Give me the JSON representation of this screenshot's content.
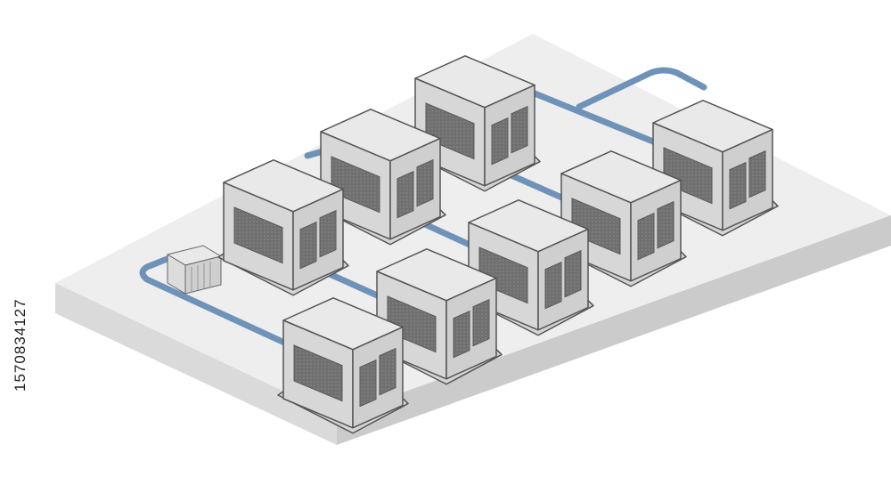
{
  "image_id_text": "1570834127",
  "colors": {
    "platform_top": "#eeeeef",
    "platform_left": "#dadadb",
    "platform_right": "#c9c9ca",
    "box_top": "#e9e9ea",
    "box_left": "#d7d7d8",
    "box_right": "#cfcfd0",
    "outline": "#555555",
    "window": "#707070",
    "pipe": "#6f93b8"
  },
  "units": [
    {
      "id": "unit-1"
    },
    {
      "id": "unit-2"
    },
    {
      "id": "unit-3"
    },
    {
      "id": "unit-4"
    },
    {
      "id": "unit-5"
    },
    {
      "id": "unit-6"
    },
    {
      "id": "unit-7"
    },
    {
      "id": "unit-8"
    },
    {
      "id": "unit-9"
    }
  ],
  "outdoor_unit": {
    "id": "outdoor-unit"
  }
}
